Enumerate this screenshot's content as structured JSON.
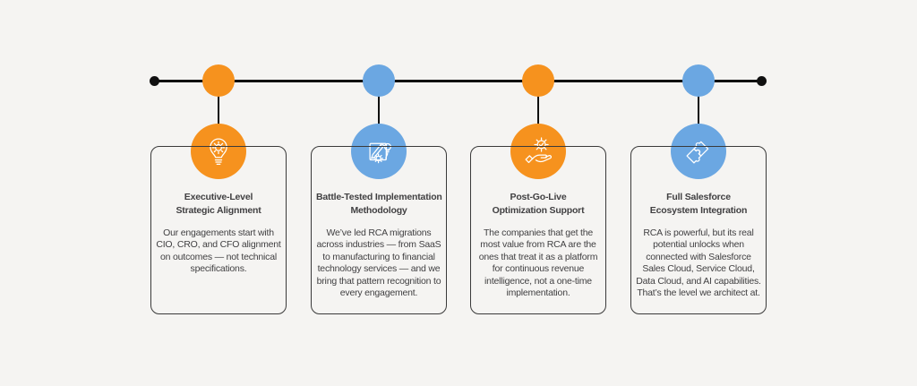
{
  "colors": {
    "background": "#F5F4F2",
    "timeline_line": "#101010",
    "end_dot": "#101010",
    "orange": "#F6921E",
    "blue": "#6BA7E2",
    "card_border": "#3A3A3A",
    "text": "#414042",
    "icon_stroke": "#FFFFFF"
  },
  "timeline": {
    "nodes": [
      {
        "color": "#F6921E"
      },
      {
        "color": "#6BA7E2"
      },
      {
        "color": "#F6921E"
      },
      {
        "color": "#6BA7E2"
      }
    ]
  },
  "cards": [
    {
      "icon": "lightbulb-gear-icon",
      "accent": "#F6921E",
      "title_line1": "Executive-Level",
      "title_line2": "Strategic Alignment",
      "body": "Our engagements start with CIO, CRO, and CFO alignment on outcomes — not technical specifications."
    },
    {
      "icon": "blueprint-pencil-gear-icon",
      "accent": "#6BA7E2",
      "title_line1": "Battle-Tested Implementation",
      "title_line2": "Methodology",
      "body": "We’ve led RCA migrations across industries — from SaaS to manufacturing to financial technology services — and we bring that pattern recognition to every engagement."
    },
    {
      "icon": "hand-holding-gear-check-icon",
      "accent": "#F6921E",
      "title_line1": "Post-Go-Live",
      "title_line2": "Optimization Support",
      "body": "The companies that get the most value from RCA are the ones that treat it as a platform for continuous revenue intelligence, not a one-time implementation."
    },
    {
      "icon": "puzzle-pieces-icon",
      "accent": "#6BA7E2",
      "title_line1": "Full Salesforce",
      "title_line2": "Ecosystem Integration",
      "body": "RCA is powerful, but its real potential unlocks when connected with Salesforce Sales Cloud, Service Cloud, Data Cloud, and AI capabilities. That’s the level we architect at."
    }
  ]
}
